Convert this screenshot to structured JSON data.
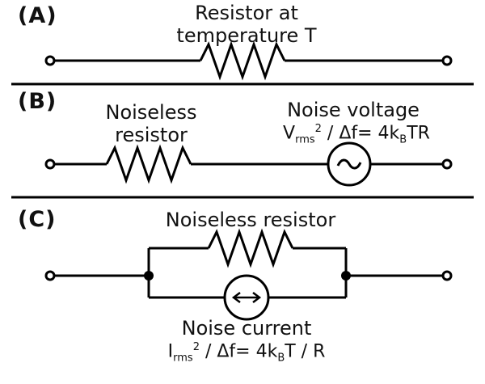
{
  "panels": [
    {
      "tag": "(A)",
      "resistor_label_line1": "Resistor at",
      "resistor_label_line2": "temperature T"
    },
    {
      "tag": "(B)",
      "resistor_label_line1": "Noiseless",
      "resistor_label_line2": "resistor",
      "source_label": "Noise voltage",
      "formula": {
        "symbol": "V",
        "symbol_sub": "rms",
        "exp": "2",
        "middle": " / Δf= 4k",
        "k_sub": "B",
        "tail": "TR"
      }
    },
    {
      "tag": "(C)",
      "resistor_label": "Noiseless resistor",
      "source_label": "Noise current",
      "formula": {
        "symbol": "I",
        "symbol_sub": "rms",
        "exp": "2",
        "middle": " / Δf= 4k",
        "k_sub": "B",
        "tail": "T / R"
      }
    }
  ],
  "colors": {
    "line": "#000000",
    "background": "#ffffff"
  }
}
